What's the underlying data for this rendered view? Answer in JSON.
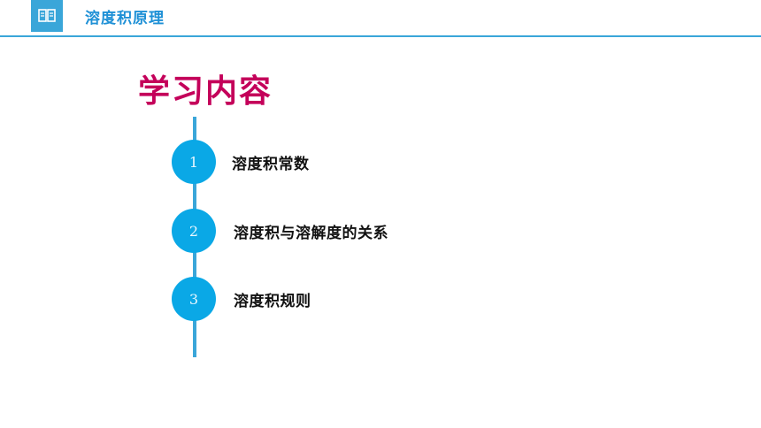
{
  "header": {
    "icon": "book-icon",
    "title": "溶度积原理",
    "accent_color": "#3aa6d9"
  },
  "section": {
    "title": "学习内容",
    "title_color": "#c4005a"
  },
  "items": [
    {
      "number": "1",
      "label": "溶度积常数"
    },
    {
      "number": "2",
      "label": "溶度积与溶解度的关系"
    },
    {
      "number": "3",
      "label": "溶度积规则"
    }
  ]
}
